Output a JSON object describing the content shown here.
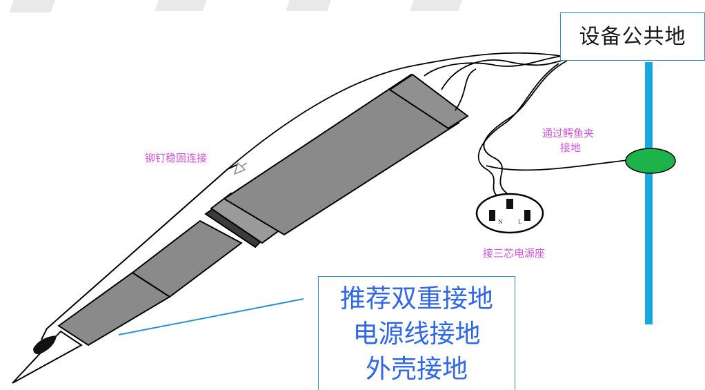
{
  "labels": {
    "common_ground": "设备公共地",
    "rivet": "铆钉稳固连接",
    "clip": [
      "通过鳄鱼夹",
      "接地"
    ],
    "socket": "接三芯电源座",
    "socket_n": "N",
    "socket_l": "L",
    "recommend_lines": [
      "推荐双重接地",
      "电源线接地",
      "外壳接地"
    ]
  },
  "colors": {
    "ground_bar": "#1aa6df",
    "clip_fill": "#1cb34a",
    "annotation_text": "#d154d8",
    "callout_text": "#2f67e8",
    "callout_border": "#2a8fd0"
  }
}
